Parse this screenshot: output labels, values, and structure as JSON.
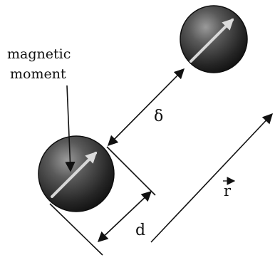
{
  "labels": {
    "moment_line1": "magnetic",
    "moment_line2": "moment",
    "gap": "δ",
    "diameter": "d",
    "separation": "r"
  },
  "colors": {
    "ink": "#111111",
    "sphere_dark": "#1a1a1a",
    "sphere_light": "#8a8a8a",
    "moment_arrow": "#d8d8d8"
  }
}
